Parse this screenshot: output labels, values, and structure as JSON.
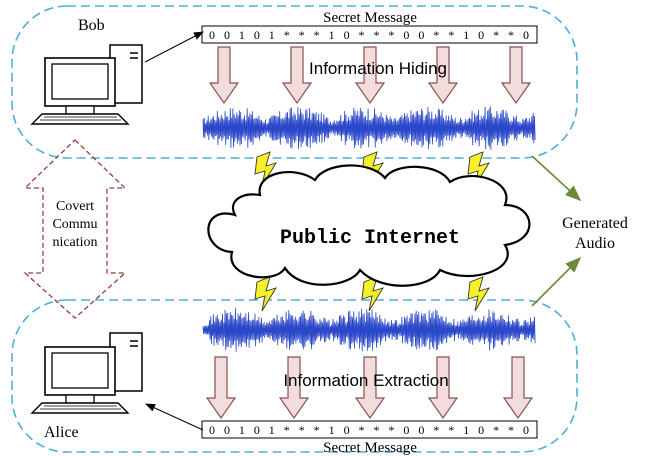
{
  "top": {
    "sender_label": "Bob",
    "message_title": "Secret Message",
    "message_bits": "0 0 1 0 1 * * * 1 0 * * * 0 0 * * 1 0 * * 0",
    "process_label": "Information Hiding"
  },
  "bottom": {
    "receiver_label": "Alice",
    "message_title": "Secret Message",
    "message_bits": "0 0 1 0 1 * * * 1 0 * * * 0 0 * * 1 0 * * 0",
    "process_label": "Information Extraction"
  },
  "channel": {
    "label_line1": "Covert",
    "label_line2": "Commu",
    "label_line3": "nication"
  },
  "cloud": {
    "label": "Public Internet"
  },
  "output": {
    "label_line1": "Generated",
    "label_line2": "Audio"
  },
  "colors": {
    "region_border": "#4bb0d6",
    "hiding_arrow_fill": "#f3dcdc",
    "waveform": "#2a48c9",
    "bolt_fill": "#f5f02a",
    "channel_arrow": "#9b3b3b",
    "output_arrow": "#6b8a3a"
  },
  "icons": [
    "computer-icon",
    "lightning-icon",
    "cloud-icon"
  ]
}
